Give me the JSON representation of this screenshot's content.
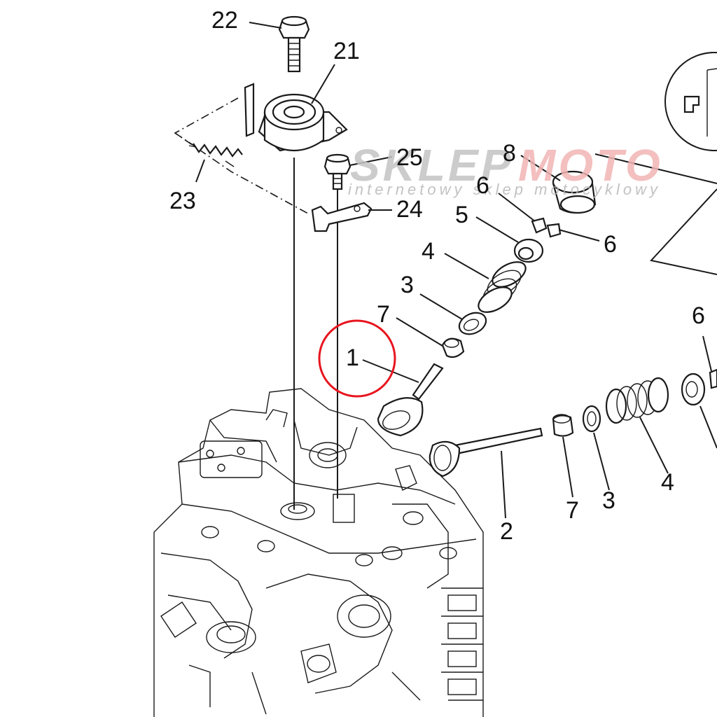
{
  "callouts": {
    "n1": "1",
    "n2": "2",
    "n3a": "3",
    "n3b": "3",
    "n4a": "4",
    "n4b": "4",
    "n5": "5",
    "n6a": "6",
    "n6b": "6",
    "n6c": "6",
    "n7a": "7",
    "n7b": "7",
    "n8": "8",
    "n21": "21",
    "n22": "22",
    "n23": "23",
    "n24": "24",
    "n25": "25"
  },
  "watermark": {
    "brand_left": "SKLEP",
    "brand_right": "MOTO",
    "tagline": "internetowy sklep motocyklowy"
  },
  "colors": {
    "highlight_circle": "#e8141e",
    "watermark_grey": "#c4c4c4",
    "watermark_red": "#f2b4b4",
    "line": "#1a1a1a"
  }
}
